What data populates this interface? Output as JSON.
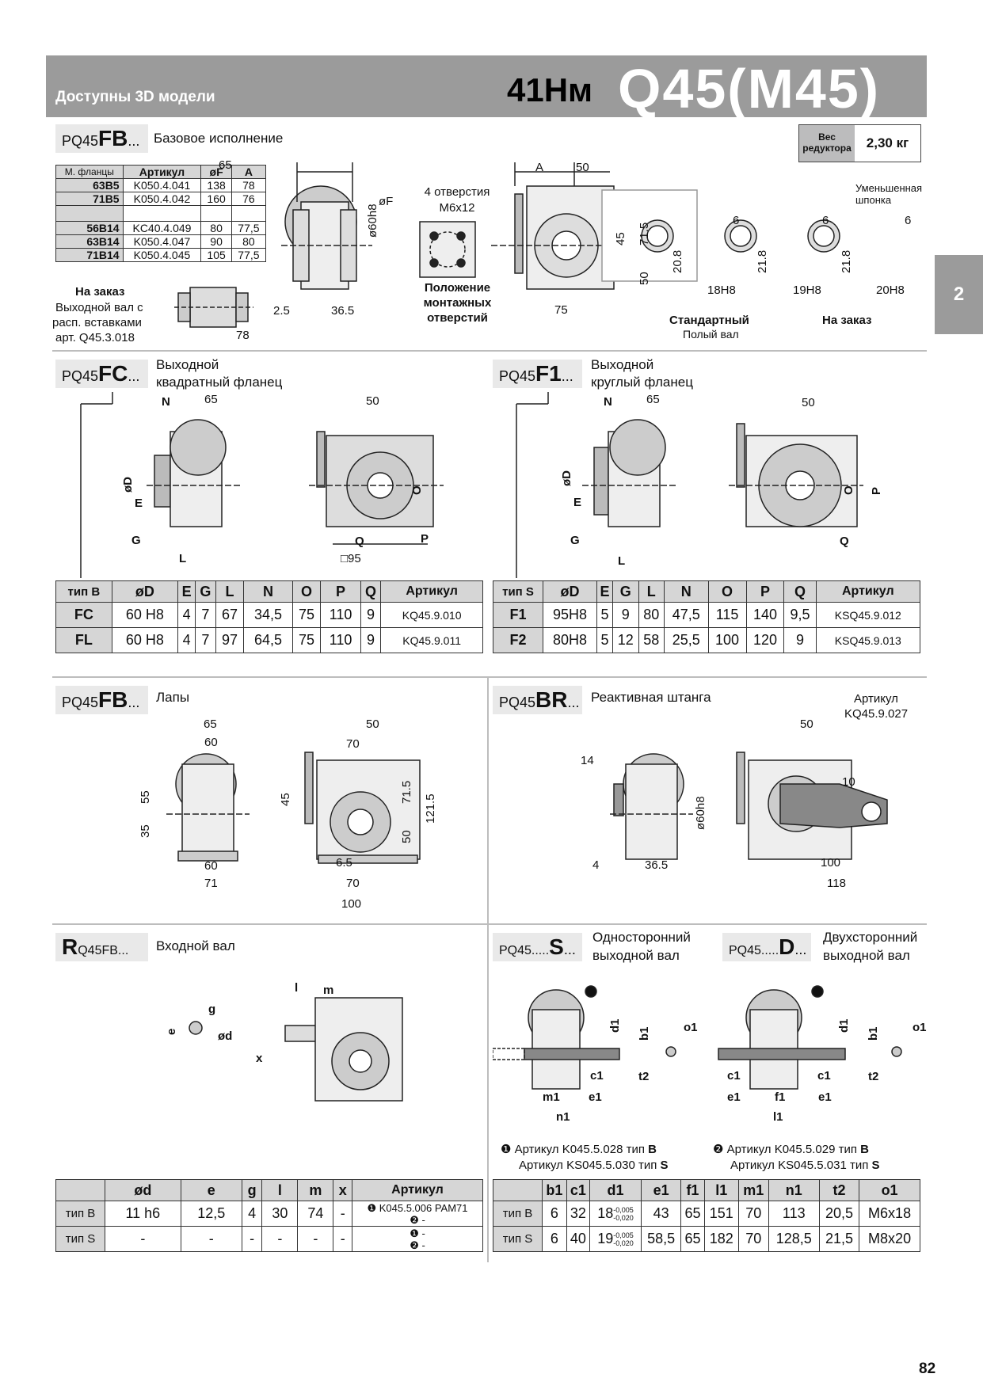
{
  "header": {
    "subtitle": "Доступны 3D модели",
    "torque": "41Нм",
    "model": "Q45(M45)"
  },
  "side_tab": "2",
  "page_number": "82",
  "weight": {
    "label": "Вес редуктора",
    "value": "2,30 кг"
  },
  "s1": {
    "tag_prefix": "PQ45",
    "tag_code": "FB",
    "tag_suffix": "...",
    "title": "Базовое исполнение",
    "flange_table": {
      "headers": [
        "М. фланцы",
        "Артикул",
        "øF",
        "A"
      ],
      "rows": [
        [
          "63B5",
          "K050.4.041",
          "138",
          "78"
        ],
        [
          "71B5",
          "K050.4.042",
          "160",
          "76"
        ],
        [
          "",
          "",
          "",
          ""
        ],
        [
          "56B14",
          "KC40.4.049",
          "80",
          "77,5"
        ],
        [
          "63B14",
          "K050.4.047",
          "90",
          "80"
        ],
        [
          "71B14",
          "K050.4.045",
          "105",
          "77,5"
        ]
      ]
    },
    "order_title": "На заказ",
    "order_text1": "Выходной вал с",
    "order_text2": "расп. вставками",
    "order_text3": "арт. Q45.3.018",
    "holes_title": "4 отверстия",
    "holes_spec": "M6x12",
    "mount_l1": "Положение",
    "mount_l2": "монтажных",
    "mount_l3": "отверстий",
    "dims": {
      "d65": "65",
      "dF": "øF",
      "d60": "ø60h8",
      "d2_5": "2.5",
      "d36_5": "36.5",
      "d78": "78",
      "dA": "A",
      "d50": "50",
      "d45": "45",
      "d71_5": "71.5",
      "d50b": "50",
      "d75": "75"
    },
    "keys": {
      "reduced1": "Уменьшенная",
      "reduced2": "шпонка",
      "k6a": "6",
      "k6b": "6",
      "k6c": "6",
      "k20_8": "20.8",
      "k21_8a": "21.8",
      "k21_8b": "21.8",
      "h18": "18H8",
      "h19": "19H8",
      "h20": "20H8",
      "std": "Стандартный",
      "hollow": "Полый вал",
      "order": "На заказ"
    }
  },
  "s2": {
    "tag_prefix": "PQ45",
    "tag_code": "FC",
    "tag_suffix": "...",
    "title1": "Выходной",
    "title2": "квадратный фланец",
    "dims": {
      "N": "N",
      "d65": "65",
      "d50": "50",
      "D": "øD",
      "E": "E",
      "G": "G",
      "L": "L",
      "O": "O",
      "P": "P",
      "Q": "Q",
      "sq": "□95"
    },
    "table": {
      "headers": [
        "тип B",
        "øD",
        "E",
        "G",
        "L",
        "N",
        "O",
        "P",
        "Q",
        "Артикул"
      ],
      "rows": [
        [
          "FC",
          "60 H8",
          "4",
          "7",
          "67",
          "34,5",
          "75",
          "110",
          "9",
          "KQ45.9.010"
        ],
        [
          "FL",
          "60 H8",
          "4",
          "7",
          "97",
          "64,5",
          "75",
          "110",
          "9",
          "KQ45.9.011"
        ]
      ]
    }
  },
  "s3": {
    "tag_prefix": "PQ45",
    "tag_code": "F1",
    "tag_suffix": "...",
    "title1": "Выходной",
    "title2": "круглый фланец",
    "dims": {
      "N": "N",
      "d65": "65",
      "d50": "50",
      "D": "øD",
      "E": "E",
      "G": "G",
      "L": "L",
      "O": "O",
      "P": "P",
      "Q": "Q"
    },
    "table": {
      "headers": [
        "тип S",
        "øD",
        "E",
        "G",
        "L",
        "N",
        "O",
        "P",
        "Q",
        "Артикул"
      ],
      "rows": [
        [
          "F1",
          "95H8",
          "5",
          "9",
          "80",
          "47,5",
          "115",
          "140",
          "9,5",
          "KSQ45.9.012"
        ],
        [
          "F2",
          "80H8",
          "5",
          "12",
          "58",
          "25,5",
          "100",
          "120",
          "9",
          "KSQ45.9.013"
        ]
      ]
    }
  },
  "s4": {
    "tag_prefix": "PQ45",
    "tag_code": "FB",
    "tag_suffix": "...",
    "title": "Лапы",
    "dims": {
      "d65": "65",
      "d60": "60",
      "d55": "55",
      "d35": "35",
      "d60b": "60",
      "d71": "71",
      "d50": "50",
      "d70": "70",
      "d45": "45",
      "d71_5": "71.5",
      "d121_5": "121.5",
      "d50b": "50",
      "d6_5": "6.5",
      "d70b": "70",
      "d100": "100"
    }
  },
  "s5": {
    "tag_prefix": "PQ45",
    "tag_code": "BR",
    "tag_suffix": "...",
    "title": "Реактивная штанга",
    "art1": "Артикул",
    "art2": "KQ45.9.027",
    "dims": {
      "d14": "14",
      "d60h8": "ø60h8",
      "d4": "4",
      "d36_5": "36.5",
      "d50": "50",
      "d10": "10",
      "d100": "100",
      "d118": "118"
    }
  },
  "s6": {
    "tag_prefix": "R",
    "tag_code": "Q45FB...",
    "title": "Входной вал",
    "dims": {
      "g": "g",
      "e": "e",
      "d": "ød",
      "l": "l",
      "m": "m",
      "x": "x"
    },
    "table": {
      "headers": [
        "",
        "ød",
        "e",
        "g",
        "l",
        "m",
        "x",
        "Артикул"
      ],
      "rows": [
        [
          "тип B",
          "11 h6",
          "12,5",
          "4",
          "30",
          "74",
          "-",
          "K045.5.006 PAM71",
          "-"
        ],
        [
          "тип S",
          "-",
          "-",
          "-",
          "-",
          "-",
          "-",
          "-",
          "-"
        ]
      ]
    }
  },
  "s7": {
    "tag_prefix": "PQ45.....",
    "tag_code": "S",
    "tag_suffix": "...",
    "title1": "Односторонний",
    "title2": "выходной вал",
    "tag2_prefix": "PQ45.....",
    "tag2_code": "D",
    "tag2_suffix": "...",
    "title3": "Двухсторонний",
    "title4": "выходной вал",
    "note1a": "Артикул K045.5.028  тип",
    "note1b": "B",
    "note1c": "Артикул KS045.5.030  тип",
    "note1d": "S",
    "note2a": "Артикул K045.5.029  тип",
    "note2b": "B",
    "note2c": "Артикул KS045.5.031  тип",
    "note2d": "S",
    "dims": {
      "d1": "d1",
      "b1": "b1",
      "o1": "o1",
      "c1": "c1",
      "t2": "t2",
      "m1": "m1",
      "e1": "e1",
      "n1": "n1",
      "f1": "f1",
      "l1": "l1"
    },
    "table": {
      "headers": [
        "",
        "b1",
        "c1",
        "d1",
        "e1",
        "f1",
        "l1",
        "m1",
        "n1",
        "t2",
        "o1"
      ],
      "rows": [
        [
          "тип B",
          "6",
          "32",
          "18",
          "43",
          "65",
          "151",
          "70",
          "113",
          "20,5",
          "M6x18"
        ],
        [
          "тип S",
          "6",
          "40",
          "19",
          "58,5",
          "65",
          "182",
          "70",
          "128,5",
          "21,5",
          "M8x20"
        ]
      ],
      "tol_plus": "-0,005",
      "tol_minus": "-0,020"
    }
  }
}
